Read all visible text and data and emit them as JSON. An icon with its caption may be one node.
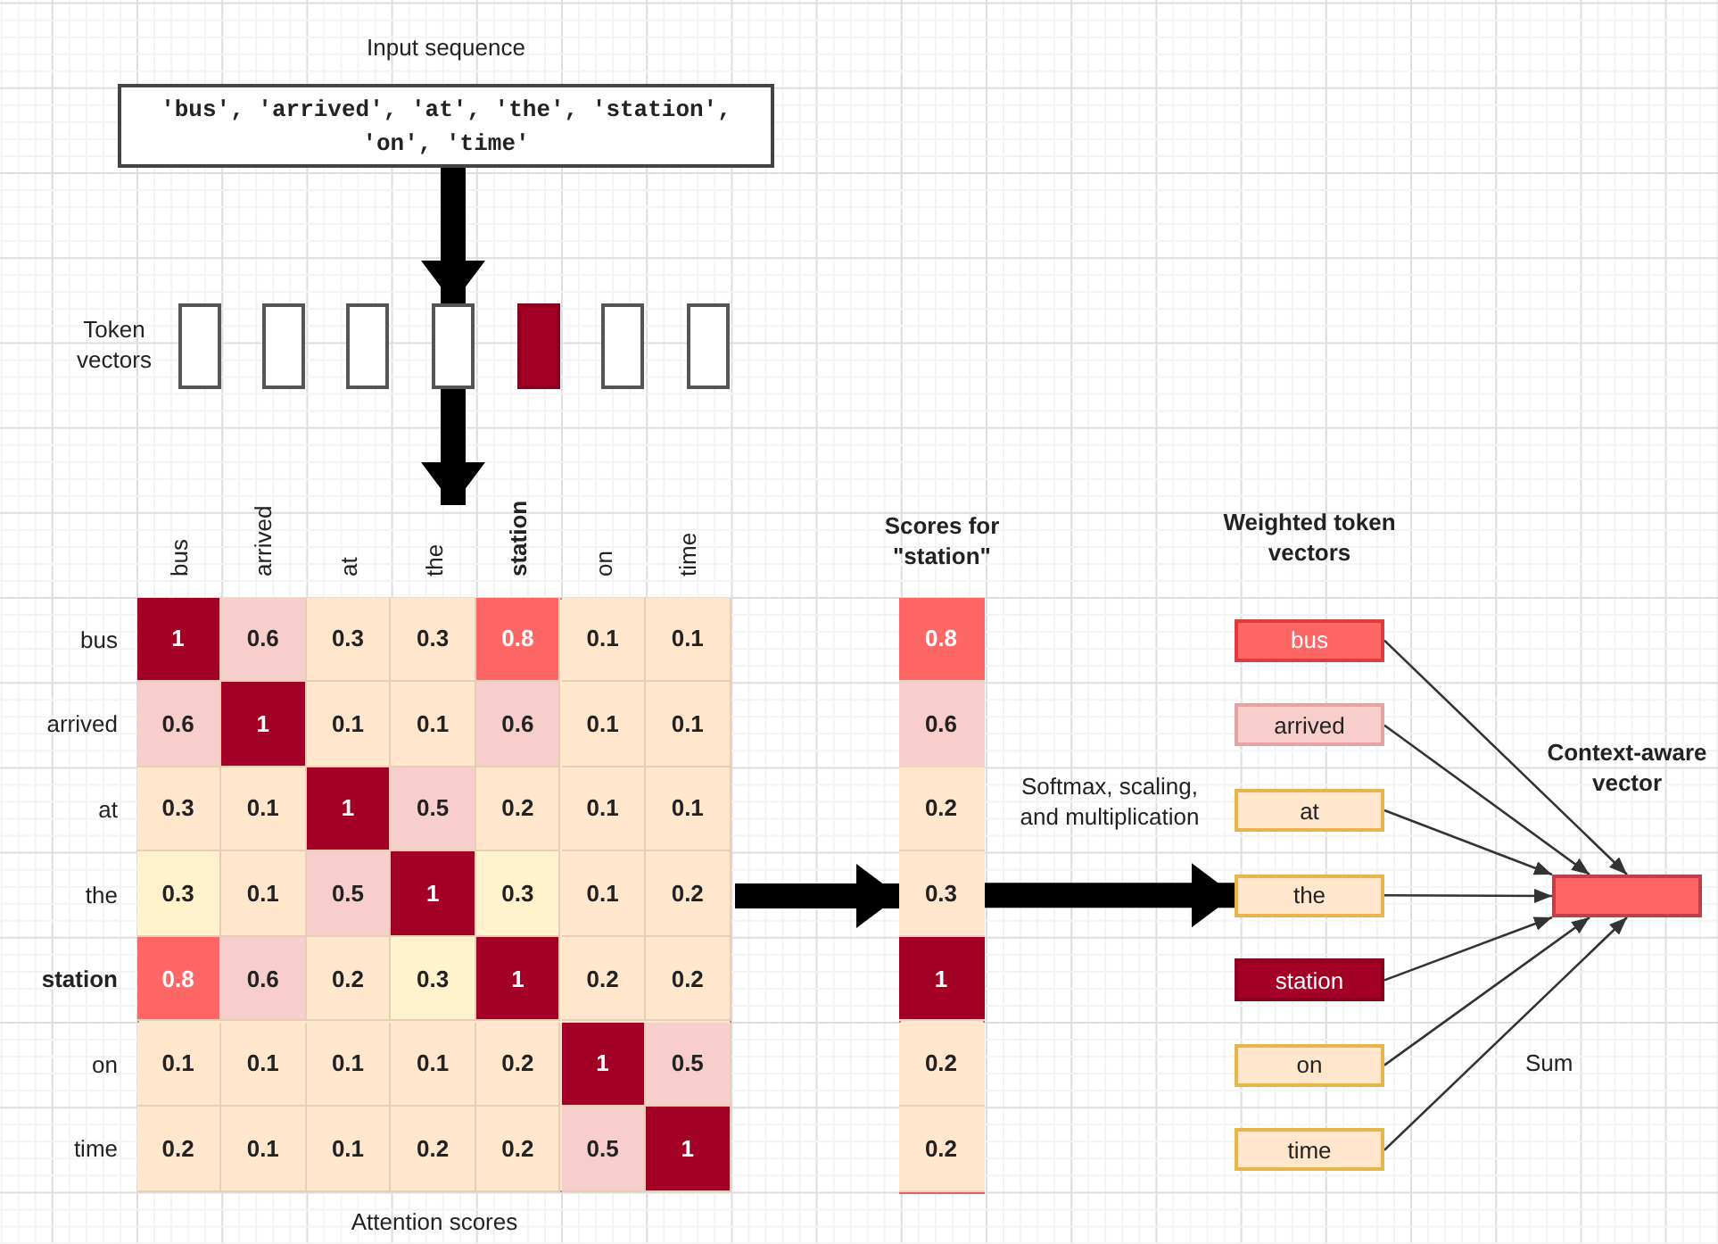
{
  "diagram": {
    "nodes": [
      {
        "text": [
          "Input sequence",
          "'bus', 'arrived', 'at', 'the', 'station', 'on', 'time'"
        ]
      },
      {
        "text": [],
        "shape": "box"
      },
      {
        "text": [],
        "shape": "box"
      },
      {
        "text": [],
        "shape": "box"
      },
      {
        "text": [],
        "shape": "box"
      },
      {
        "text": [],
        "shape": "box"
      },
      {
        "text": [],
        "shape": "box"
      },
      {
        "text": [],
        "shape": "box"
      },
      {
        "text": [
          "Attention scores"
        ]
      },
      {
        "text": [
          "Scores for \"station\""
        ]
      },
      {
        "text": [
          "0.8"
        ],
        "in": 9
      },
      {
        "text": [
          "0.6"
        ],
        "in": 9
      },
      {
        "text": [
          "0.2"
        ],
        "in": 9
      },
      {
        "text": [
          "0.3"
        ],
        "in": 9
      },
      {
        "text": [
          "1"
        ],
        "in": 9
      },
      {
        "text": [
          "0.2"
        ],
        "in": 9
      },
      {
        "text": [
          "0.2"
        ],
        "in": 9
      },
      {
        "text": [
          "bus"
        ]
      },
      {
        "text": [
          "arrived"
        ]
      },
      {
        "text": [
          "at"
        ]
      },
      {
        "text": [
          "the"
        ]
      },
      {
        "text": [
          "station"
        ]
      },
      {
        "text": [
          "on"
        ]
      },
      {
        "text": [
          "time"
        ]
      },
      {
        "text": [
          "Context-aware vector"
        ]
      }
    ],
    "edges": [
      {
        "from": 0,
        "to": 4,
        "arrow": "to",
        "style": "thick"
      },
      {
        "from": 4,
        "to": 8,
        "arrow": "to",
        "style": "thick"
      },
      {
        "from": 8,
        "to": 9,
        "arrow": "to",
        "style": "thick"
      },
      {
        "from": 9,
        "to": 20,
        "arrow": "to",
        "style": "thick",
        "label": "Softmax, scaling, and multiplication"
      },
      {
        "from": 17,
        "to": 24,
        "arrow": "to"
      },
      {
        "from": 18,
        "to": 24,
        "arrow": "to"
      },
      {
        "from": 19,
        "to": 24,
        "arrow": "to"
      },
      {
        "from": 20,
        "to": 24,
        "arrow": "to"
      },
      {
        "from": 21,
        "to": 24,
        "arrow": "to"
      },
      {
        "from": 22,
        "to": 24,
        "arrow": "to"
      },
      {
        "from": 23,
        "to": 24,
        "arrow": "to"
      }
    ],
    "labels": [
      "Token vectors",
      "bus",
      "arrived",
      "at",
      "the",
      "station",
      "on",
      "time",
      "bus",
      "1",
      "0.6",
      "0.3",
      "0.3",
      "0.8",
      "0.1",
      "0.1",
      "arrived",
      "0.6",
      "1",
      "0.1",
      "0.1",
      "0.6",
      "0.1",
      "0.1",
      "at",
      "0.3",
      "0.1",
      "1",
      "0.5",
      "0.2",
      "0.1",
      "0.1",
      "the",
      "0.3",
      "0.1",
      "0.5",
      "1",
      "0.3",
      "0.1",
      "0.2",
      "station",
      "0.8",
      "0.6",
      "0.2",
      "0.3",
      "1",
      "0.2",
      "0.2",
      "on",
      "0.1",
      "0.1",
      "0.1",
      "0.1",
      "0.2",
      "1",
      "0.5",
      "time",
      "0.2",
      "0.1",
      "0.1",
      "0.2",
      "0.2",
      "0.5",
      "1",
      "Weighted token vectors",
      "Sum"
    ]
  }
}
